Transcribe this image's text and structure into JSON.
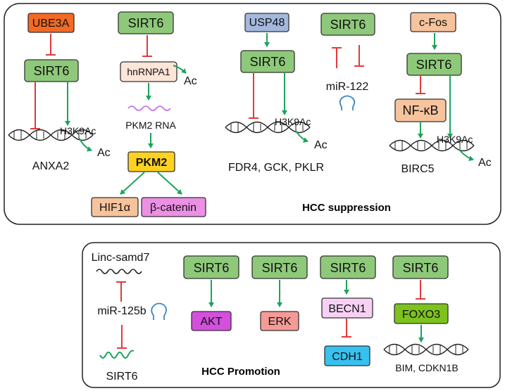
{
  "top_panel": {
    "caption": "HCC suppression",
    "group1": {
      "e3": "UBE3A",
      "sirt6": "SIRT6",
      "mark": "H3K9Ac",
      "ac": "Ac",
      "gene": "ANXA2"
    },
    "group2": {
      "sirt6": "SIRT6",
      "hnrnp": "hnRNPA1",
      "ac": "Ac",
      "rna": "PKM2 RNA",
      "pkm2": "PKM2",
      "hif": "HIF1α",
      "bcat": "β-catenin"
    },
    "group3": {
      "usp": "USP48",
      "sirt6": "SIRT6",
      "mark": "H3K9Ac",
      "ac": "Ac",
      "genes": "FDR4, GCK, PKLR"
    },
    "group4": {
      "sirt6": "SIRT6",
      "mirna": "miR-122"
    },
    "group5": {
      "cfos": "c-Fos",
      "sirt6": "SIRT6",
      "nfkb": "NF-κB",
      "mark": "H3K9Ac",
      "ac": "Ac",
      "gene": "BIRC5"
    }
  },
  "bottom_panel": {
    "caption": "HCC Promotion",
    "linc": {
      "name": "Linc-samd7",
      "mirna": "miR-125b",
      "target": "SIRT6"
    },
    "akt": {
      "sirt6": "SIRT6",
      "target": "AKT"
    },
    "erk": {
      "sirt6": "SIRT6",
      "target": "ERK"
    },
    "becn": {
      "sirt6": "SIRT6",
      "becn1": "BECN1",
      "cdh1": "CDH1"
    },
    "foxo": {
      "sirt6": "SIRT6",
      "foxo3": "FOXO3",
      "genes": "BIM, CDKN1B"
    }
  },
  "colors": {
    "sirt6_fill": "#8ec97a",
    "ube3a_fill": "#f26a24",
    "usp48_fill": "#a3b8dd",
    "peach_fill": "#f7c39c",
    "hnrnp_fill": "#fde5d7",
    "pkm2_fill": "#ffd21f",
    "pink_fill": "#ec90e4",
    "akt_fill": "#d34fdc",
    "erk_fill": "#f59a95",
    "becn_fill": "#f7d1f3",
    "cdh1_fill": "#37c1ef",
    "foxo3_fill": "#7ec21e",
    "activation": "#1aa55a",
    "inhibition": "#e23a3a"
  }
}
